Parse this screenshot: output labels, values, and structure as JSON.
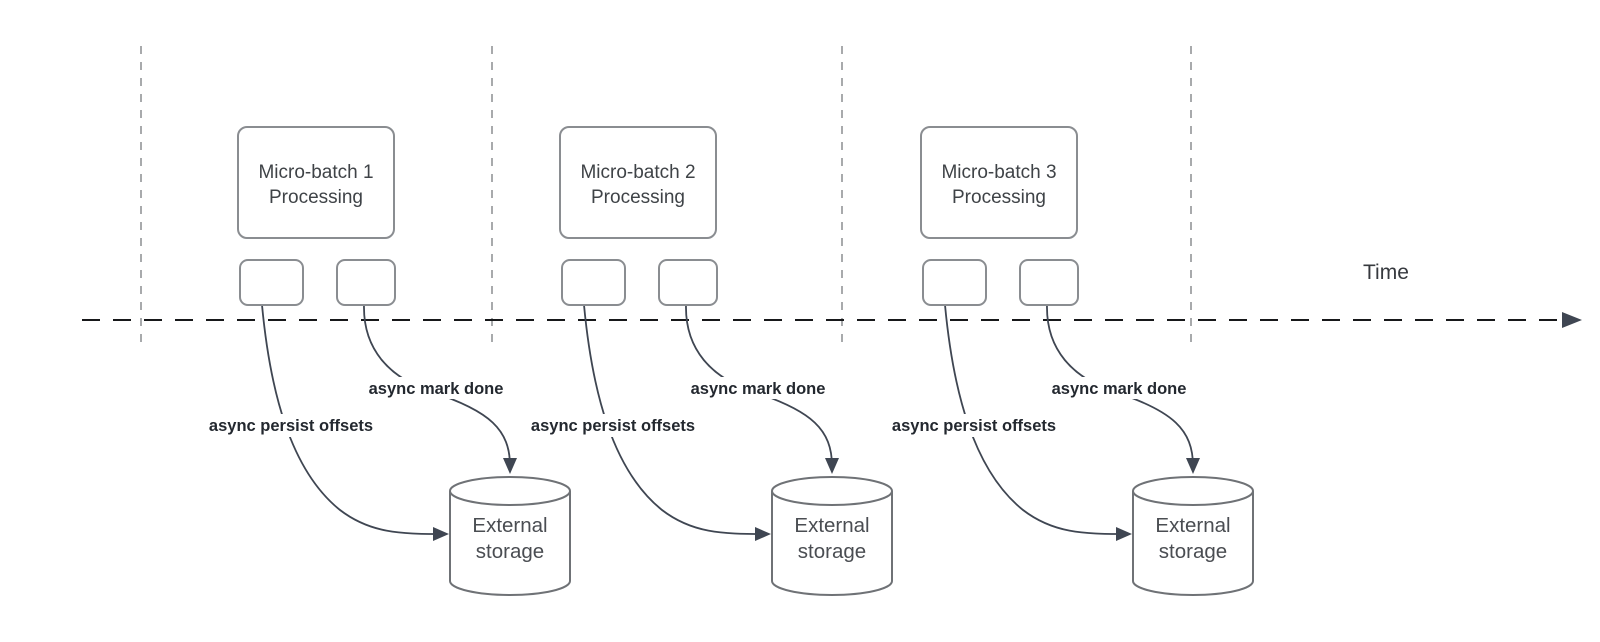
{
  "diagram": {
    "time_axis_label": "Time",
    "batches": [
      {
        "title_line1": "Micro-batch 1",
        "title_line2": "Processing",
        "persist_label": "async persist offsets",
        "mark_done_label": "async mark done",
        "storage_line1": "External",
        "storage_line2": "storage"
      },
      {
        "title_line1": "Micro-batch 2",
        "title_line2": "Processing",
        "persist_label": "async persist offsets",
        "mark_done_label": "async mark done",
        "storage_line1": "External",
        "storage_line2": "storage"
      },
      {
        "title_line1": "Micro-batch 3",
        "title_line2": "Processing",
        "persist_label": "async persist offsets",
        "mark_done_label": "async mark done",
        "storage_line1": "External",
        "storage_line2": "storage"
      }
    ],
    "colors": {
      "background": "#ffffff",
      "shape_border": "#8a8d91",
      "cylinder_border": "#6f7276",
      "connector": "#3f4652",
      "edge_label_text": "#23282f",
      "shape_text": "#3f4347",
      "axis_line": "#17181a",
      "tick_line": "#a8aaac"
    }
  }
}
